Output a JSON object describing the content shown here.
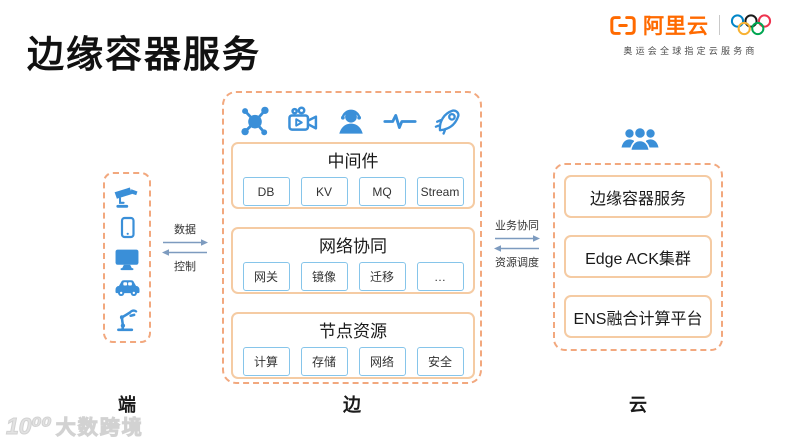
{
  "header": {
    "title": "边缘容器服务",
    "brand": {
      "name": "阿里云",
      "subtitle": "奥运会全球指定云服务商",
      "color": "#FF6A00"
    }
  },
  "end_column": {
    "label": "端",
    "icons": [
      "cctv-camera",
      "smartphone",
      "monitor",
      "car",
      "robot-arm"
    ]
  },
  "edge_column": {
    "label": "边",
    "icons": [
      "network-hub",
      "video-camera",
      "support-agent",
      "pulse",
      "rocket"
    ],
    "groups": [
      {
        "title": "中间件",
        "items": [
          "DB",
          "KV",
          "MQ",
          "Stream"
        ]
      },
      {
        "title": "网络协同",
        "items": [
          "网关",
          "镜像",
          "迁移",
          "…"
        ]
      },
      {
        "title": "节点资源",
        "items": [
          "计算",
          "存储",
          "网络",
          "安全"
        ]
      }
    ]
  },
  "cloud_column": {
    "label": "云",
    "icon": "user-group",
    "services": [
      "边缘容器服务",
      "Edge ACK集群",
      "ENS融合计算平台"
    ]
  },
  "flows": {
    "end_edge": {
      "forward": "数据",
      "backward": "控制"
    },
    "edge_cloud": {
      "forward": "业务协同",
      "backward": "资源调度"
    }
  },
  "watermark": {
    "logo": "10⁰⁰",
    "text": "大数跨境"
  },
  "colors": {
    "accent_blue": "#3A8FD8",
    "chip_border": "#86C5EA",
    "dashed_border": "#F2A87E",
    "solid_border": "#F5CBA3",
    "arrow": "#7D9BBF",
    "brand_orange": "#FF6A00",
    "olympic": [
      "#0085C7",
      "#1A1A1A",
      "#EE334E",
      "#F8B132",
      "#00A651"
    ]
  }
}
